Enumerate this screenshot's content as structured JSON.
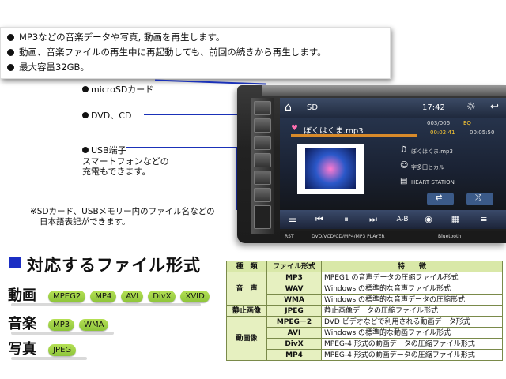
{
  "info": {
    "lines": [
      "MP3などの音楽データや写真, 動画を再生します。",
      "動画、音楽ファイルの再生中に再起動しても、前回の続きから再生します。",
      "最大容量32GB。"
    ]
  },
  "ports": {
    "microsd": "microSDカード",
    "disc": "DVD、CD",
    "usb": "USB端子",
    "usb_desc_1": "スマートフォンなどの",
    "usb_desc_2": "充電もできます。"
  },
  "note": {
    "line1": "※SDカード、USBメモリー内のファイル名などの",
    "line2": "日本語表記ができます。"
  },
  "device": {
    "source": "SD",
    "clock": "17:42",
    "track_title": "ぼくはくま.mp3",
    "track_index": "003/006",
    "eq_label": "EQ",
    "elapsed": "00:02:41",
    "total": "00:05:50",
    "meta_title": "ぼくはくま.mp3",
    "meta_artist": "宇多田ヒカル",
    "meta_album": "HEART STATION",
    "ab_label": "A-B",
    "brand_tag": "RST",
    "footer": "DVD/VCD/CD/MP4/MP3 PLAYER",
    "bluetooth": "Bluetooth"
  },
  "formats": {
    "title": "対応するファイル形式",
    "categories": [
      {
        "label": "動画",
        "formats": [
          "MPEG2",
          "MP4",
          "AVI",
          "DivX",
          "XVID"
        ]
      },
      {
        "label": "音楽",
        "formats": [
          "MP3",
          "WMA"
        ]
      },
      {
        "label": "写真",
        "formats": [
          "JPEG"
        ]
      }
    ]
  },
  "table": {
    "headers": [
      "種　類",
      "ファイル形式",
      "特　　徴"
    ],
    "rows": [
      {
        "cat": "音　声",
        "name": "MP3",
        "desc": "MPEG1 の音声データの圧縮ファイル形式"
      },
      {
        "cat": "",
        "name": "WAV",
        "desc": "Windows の標準的な音声ファイル形式"
      },
      {
        "cat": "",
        "name": "WMA",
        "desc": "Windows の標準的な音声データの圧縮形式"
      },
      {
        "cat": "静止画像",
        "name": "JPEG",
        "desc": "静止画像データの圧縮ファイル形式"
      },
      {
        "cat": "動画像",
        "name": "MPEG－2",
        "desc": "DVD ビデオなどで利用される動画データ形式"
      },
      {
        "cat": "",
        "name": "AVI",
        "desc": "Windows の標準的な動画ファイル形式"
      },
      {
        "cat": "",
        "name": "DivX",
        "desc": "MPEG-4 形式の動画データの圧縮ファイル形式"
      },
      {
        "cat": "",
        "name": "MP4",
        "desc": "MPEG-4 形式の動画データの圧縮ファイル形式"
      }
    ]
  }
}
